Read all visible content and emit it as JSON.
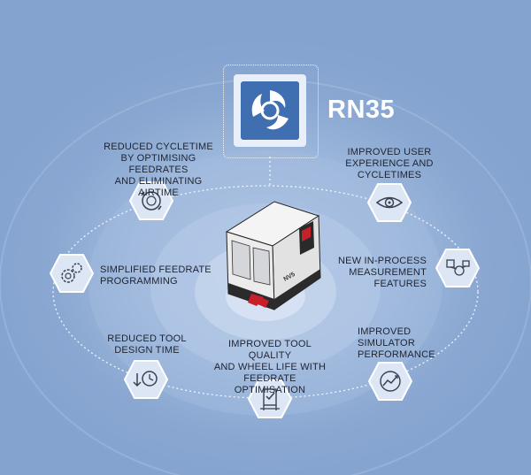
{
  "brand": {
    "name": "RN35",
    "logo_icon": "rollomatic-swirl-icon"
  },
  "features": [
    {
      "label": "Reduced Cycletime\nby optimising feedrates\nand eliminating airtime",
      "icon": "cycle-dollar-icon"
    },
    {
      "label": "Improved user\nexperience and cycletimes",
      "icon": "eye-icon"
    },
    {
      "label": "Simplified feedrate\nprogramming",
      "icon": "gears-icon"
    },
    {
      "label": "New in-process\nmeasurement\nfeatures",
      "icon": "measurement-icon"
    },
    {
      "label": "Reduced tool\ndesign time",
      "icon": "clock-download-icon"
    },
    {
      "label": "Improved tool quality\nand wheel life with\nfeedrate optimisation",
      "icon": "quality-award-icon"
    },
    {
      "label": "Improved\nsimulator\nperformance",
      "icon": "simulator-chart-icon"
    }
  ],
  "machine": {
    "badge": "NV5",
    "icon": "grinding-machine-illustration"
  },
  "colors": {
    "background": "#84a3cf",
    "accent_red": "#c8202b",
    "hex_border": "#ffffff",
    "text": "#1e2430"
  }
}
